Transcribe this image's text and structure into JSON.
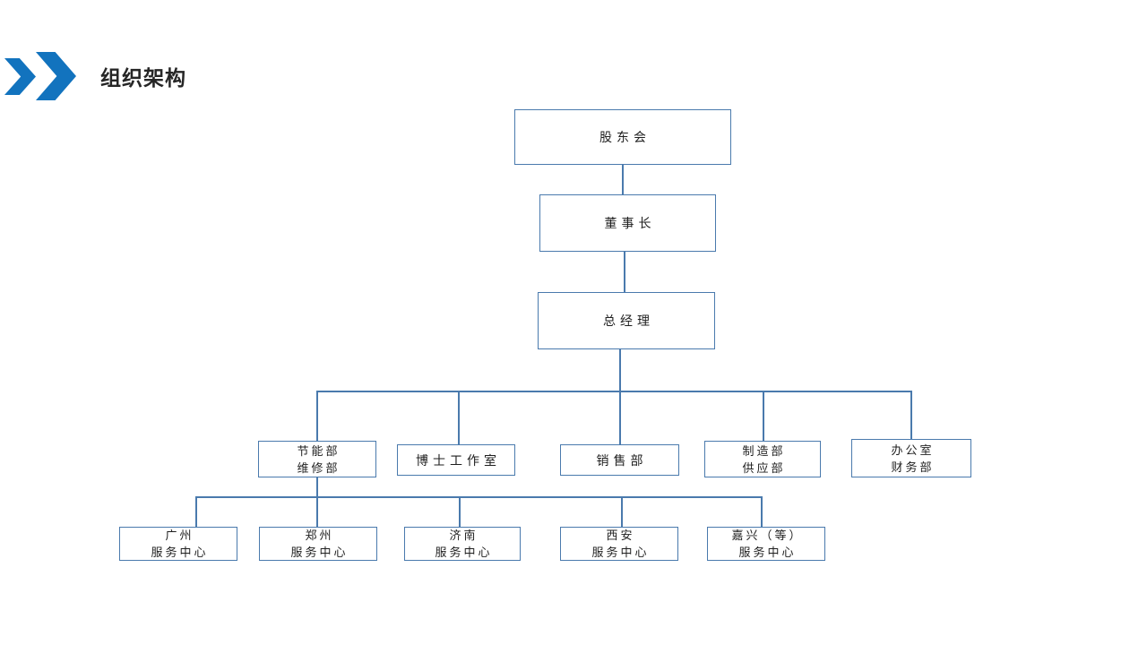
{
  "slide": {
    "title": "组织架构"
  },
  "colors": {
    "accent_blue": "#1273be",
    "line_blue": "#4a7aad",
    "text_dark": "#1f1f1f"
  },
  "org_chart": {
    "type": "org-tree",
    "nodes": {
      "shareholders": {
        "label": "股东会"
      },
      "chairman": {
        "label": "董事长"
      },
      "general_manager": {
        "label": "总经理"
      },
      "energy_maintenance": {
        "line1": "节能部",
        "line2": "维修部"
      },
      "doctor_studio": {
        "label": "博士工作室"
      },
      "sales": {
        "label": "销售部"
      },
      "manufacturing_supply": {
        "line1": "制造部",
        "line2": "供应部"
      },
      "office_finance": {
        "line1": "办公室",
        "line2": "财务部"
      },
      "guangzhou": {
        "line1": "广州",
        "line2": "服务中心"
      },
      "zhengzhou": {
        "line1": "郑州",
        "line2": "服务中心"
      },
      "jinan": {
        "line1": "济南",
        "line2": "服务中心"
      },
      "xian": {
        "line1": "西安",
        "line2": "服务中心"
      },
      "jiaxing": {
        "line1": "嘉兴（等）",
        "line2": "服务中心"
      }
    },
    "hierarchy": {
      "levels": [
        [
          "股东会"
        ],
        [
          "董事长"
        ],
        [
          "总经理"
        ],
        [
          "节能部/维修部",
          "博士工作室",
          "销售部",
          "制造部/供应部",
          "办公室/财务部"
        ],
        [
          "广州服务中心",
          "郑州服务中心",
          "济南服务中心",
          "西安服务中心",
          "嘉兴（等）服务中心"
        ]
      ]
    }
  }
}
